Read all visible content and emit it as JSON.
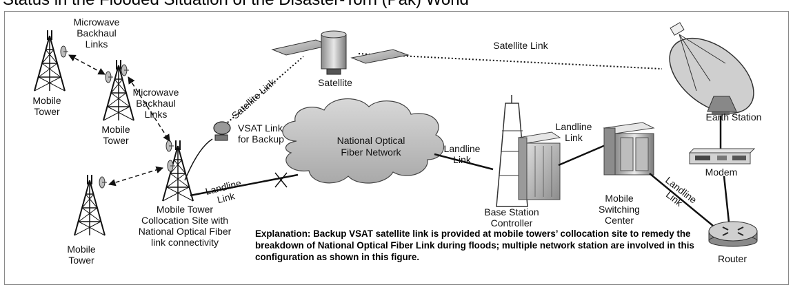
{
  "cut_title": "Status in the Flooded Situation of the Disaster-Torn (Pak) World",
  "labels": {
    "mw_backhaul_1": "Microwave\nBackhaul\nLinks",
    "mw_backhaul_2": "Microwave\nBackhaul\nLinks",
    "mobile_tower_1": "Mobile\nTower",
    "mobile_tower_2": "Mobile\nTower",
    "mobile_tower_3": "Mobile\nTower",
    "collocation_site": "Mobile Tower\nCollocation Site with\nNational Optical Fiber\nlink connectivity",
    "satellite": "Satellite",
    "satellite_link_top": "Satellite Link",
    "satellite_link_diag": "Satellite Link",
    "vsat_link": "VSAT Link\nfor Backup",
    "landline_link_1": "Landline\nLink",
    "landline_link_2": "Landline\nLink",
    "landline_link_3": "Landline\nLink",
    "landline_link_4": "Landline\nLink",
    "cloud": "National Optical\nFiber Network",
    "bsc": "Base Station\nController",
    "msc": "Mobile\nSwitching\nCenter",
    "earth_station": "Earth Station",
    "modem": "Modem",
    "router": "Router"
  },
  "explanation": "Explanation: Backup VSAT satellite link is provided at mobile towers’ collocation site to remedy the breakdown of National Optical Fiber Link during floods; multiple network station are involved in this configuration as shown in this figure."
}
